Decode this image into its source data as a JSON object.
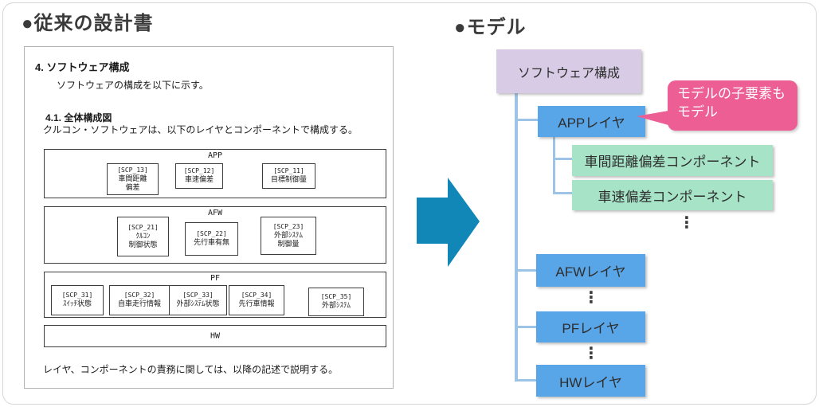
{
  "colors": {
    "heading_text": "#3a3a3a",
    "doc_border": "#b3b3b3",
    "diagram_line": "#3d3d3d",
    "arrow": "#1187b8",
    "connector": "#9dc3e6",
    "root_box": "#d7cbe5",
    "layer_box": "#58a6e8",
    "component_box": "#a6e3c7",
    "callout_box": "#ec5e94",
    "callout_text": "#ffffff"
  },
  "left": {
    "heading": "●従来の設計書",
    "doc": {
      "section_title": "4. ソフトウェア構成",
      "section_body": "ソフトウェアの構成を以下に示す。",
      "subsection_title": "4.1. 全体構成図",
      "subsection_body": "クルコン・ソフトウェアは、以下のレイヤとコンポーネントで構成する。",
      "footer_note": "レイヤ、コンポーネントの責務に関しては、以降の記述で説明する。",
      "layers": [
        {
          "name": "APP",
          "components": [
            {
              "code": "[SCP_13]",
              "lines": [
                "車間距離",
                "偏差"
              ]
            },
            {
              "code": "[SCP_12]",
              "lines": [
                "車速偏差"
              ]
            },
            {
              "code": "[SCP_11]",
              "lines": [
                "目標制御量"
              ]
            }
          ]
        },
        {
          "name": "AFW",
          "components": [
            {
              "code": "[SCP_21]",
              "lines": [
                "ｸﾙｺﾝ",
                "制御状態"
              ]
            },
            {
              "code": "[SCP_22]",
              "lines": [
                "先行車有無"
              ]
            },
            {
              "code": "[SCP_23]",
              "lines": [
                "外部ｼｽﾃﾑ",
                "制御量"
              ]
            }
          ]
        },
        {
          "name": "PF",
          "components": [
            {
              "code": "[SCP_31]",
              "lines": [
                "ｽｲｯﾁ状態"
              ]
            },
            {
              "code": "[SCP_32]",
              "lines": [
                "自車走行情報"
              ]
            },
            {
              "code": "[SCP_33]",
              "lines": [
                "外部ｼｽﾃﾑ状態"
              ]
            },
            {
              "code": "[SCP_34]",
              "lines": [
                "先行車情報"
              ]
            },
            {
              "code": "[SCP_35]",
              "lines": [
                "外部ｼｽﾃﾑ"
              ]
            }
          ]
        },
        {
          "name": "HW",
          "components": []
        }
      ]
    }
  },
  "right": {
    "heading": "●モデル",
    "root_label": "ソフトウェア構成",
    "callout": {
      "line1": "モデルの子要素も",
      "line2": "モデル"
    },
    "layer_labels": [
      "APPレイヤ",
      "AFWレイヤ",
      "PFレイヤ",
      "HWレイヤ"
    ],
    "component_labels": [
      "車間距離偏差コンポーネント",
      "車速偏差コンポーネント"
    ],
    "ellipsis": "⋮"
  }
}
